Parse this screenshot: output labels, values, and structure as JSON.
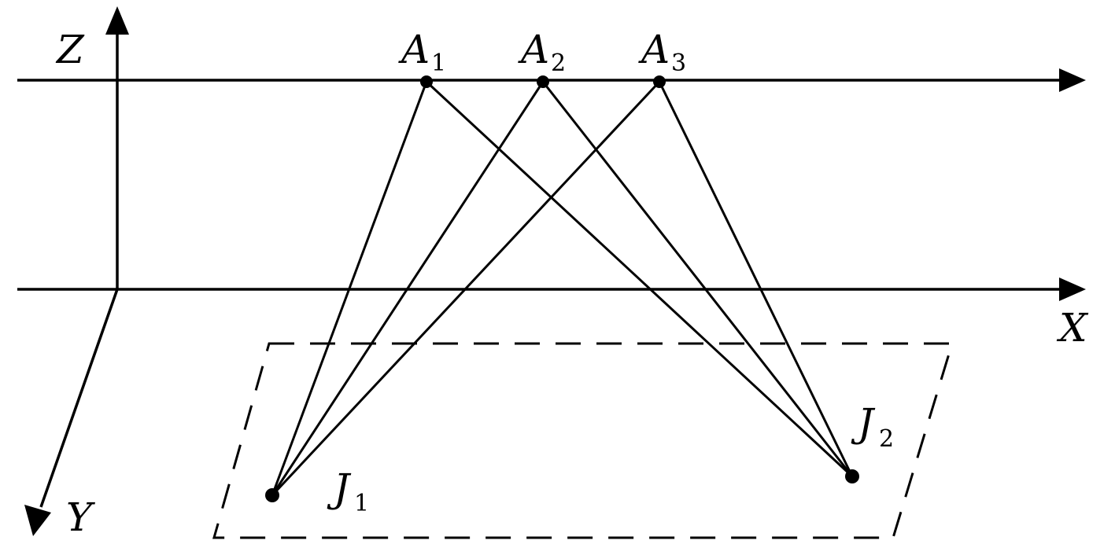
{
  "axes": {
    "z_label": "Z",
    "x_label": "X",
    "y_label": "Y"
  },
  "points": {
    "a1": {
      "letter": "A",
      "sub": "1"
    },
    "a2": {
      "letter": "A",
      "sub": "2"
    },
    "a3": {
      "letter": "A",
      "sub": "3"
    },
    "j1": {
      "letter": "J",
      "sub": "1"
    },
    "j2": {
      "letter": "J",
      "sub": "2"
    }
  }
}
